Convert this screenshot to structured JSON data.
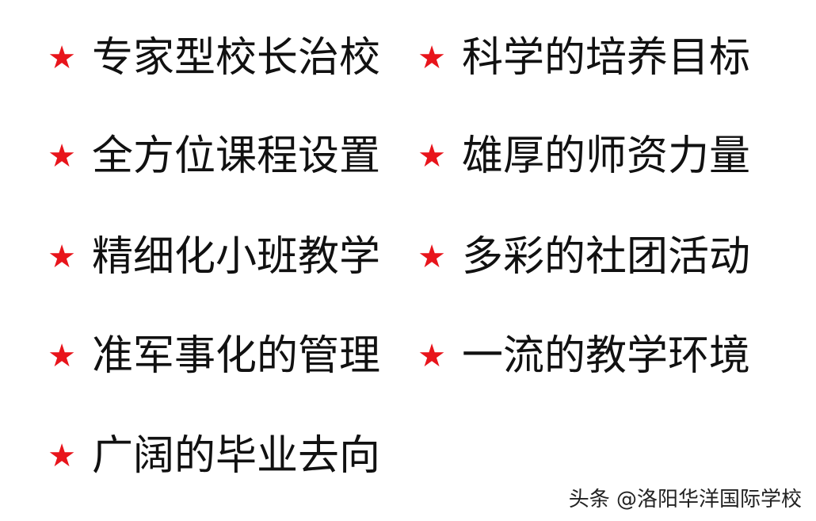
{
  "features": {
    "star_symbol": "★",
    "star_color": "#e8141b",
    "text_color": "#111111",
    "left_column": [
      "专家型校长治校",
      "全方位课程设置",
      "精细化小班教学",
      "准军事化的管理",
      "广阔的毕业去向"
    ],
    "right_column": [
      "科学的培养目标",
      "雄厚的师资力量",
      "多彩的社团活动",
      "一流的教学环境"
    ]
  },
  "watermark": "头条 @洛阳华洋国际学校"
}
